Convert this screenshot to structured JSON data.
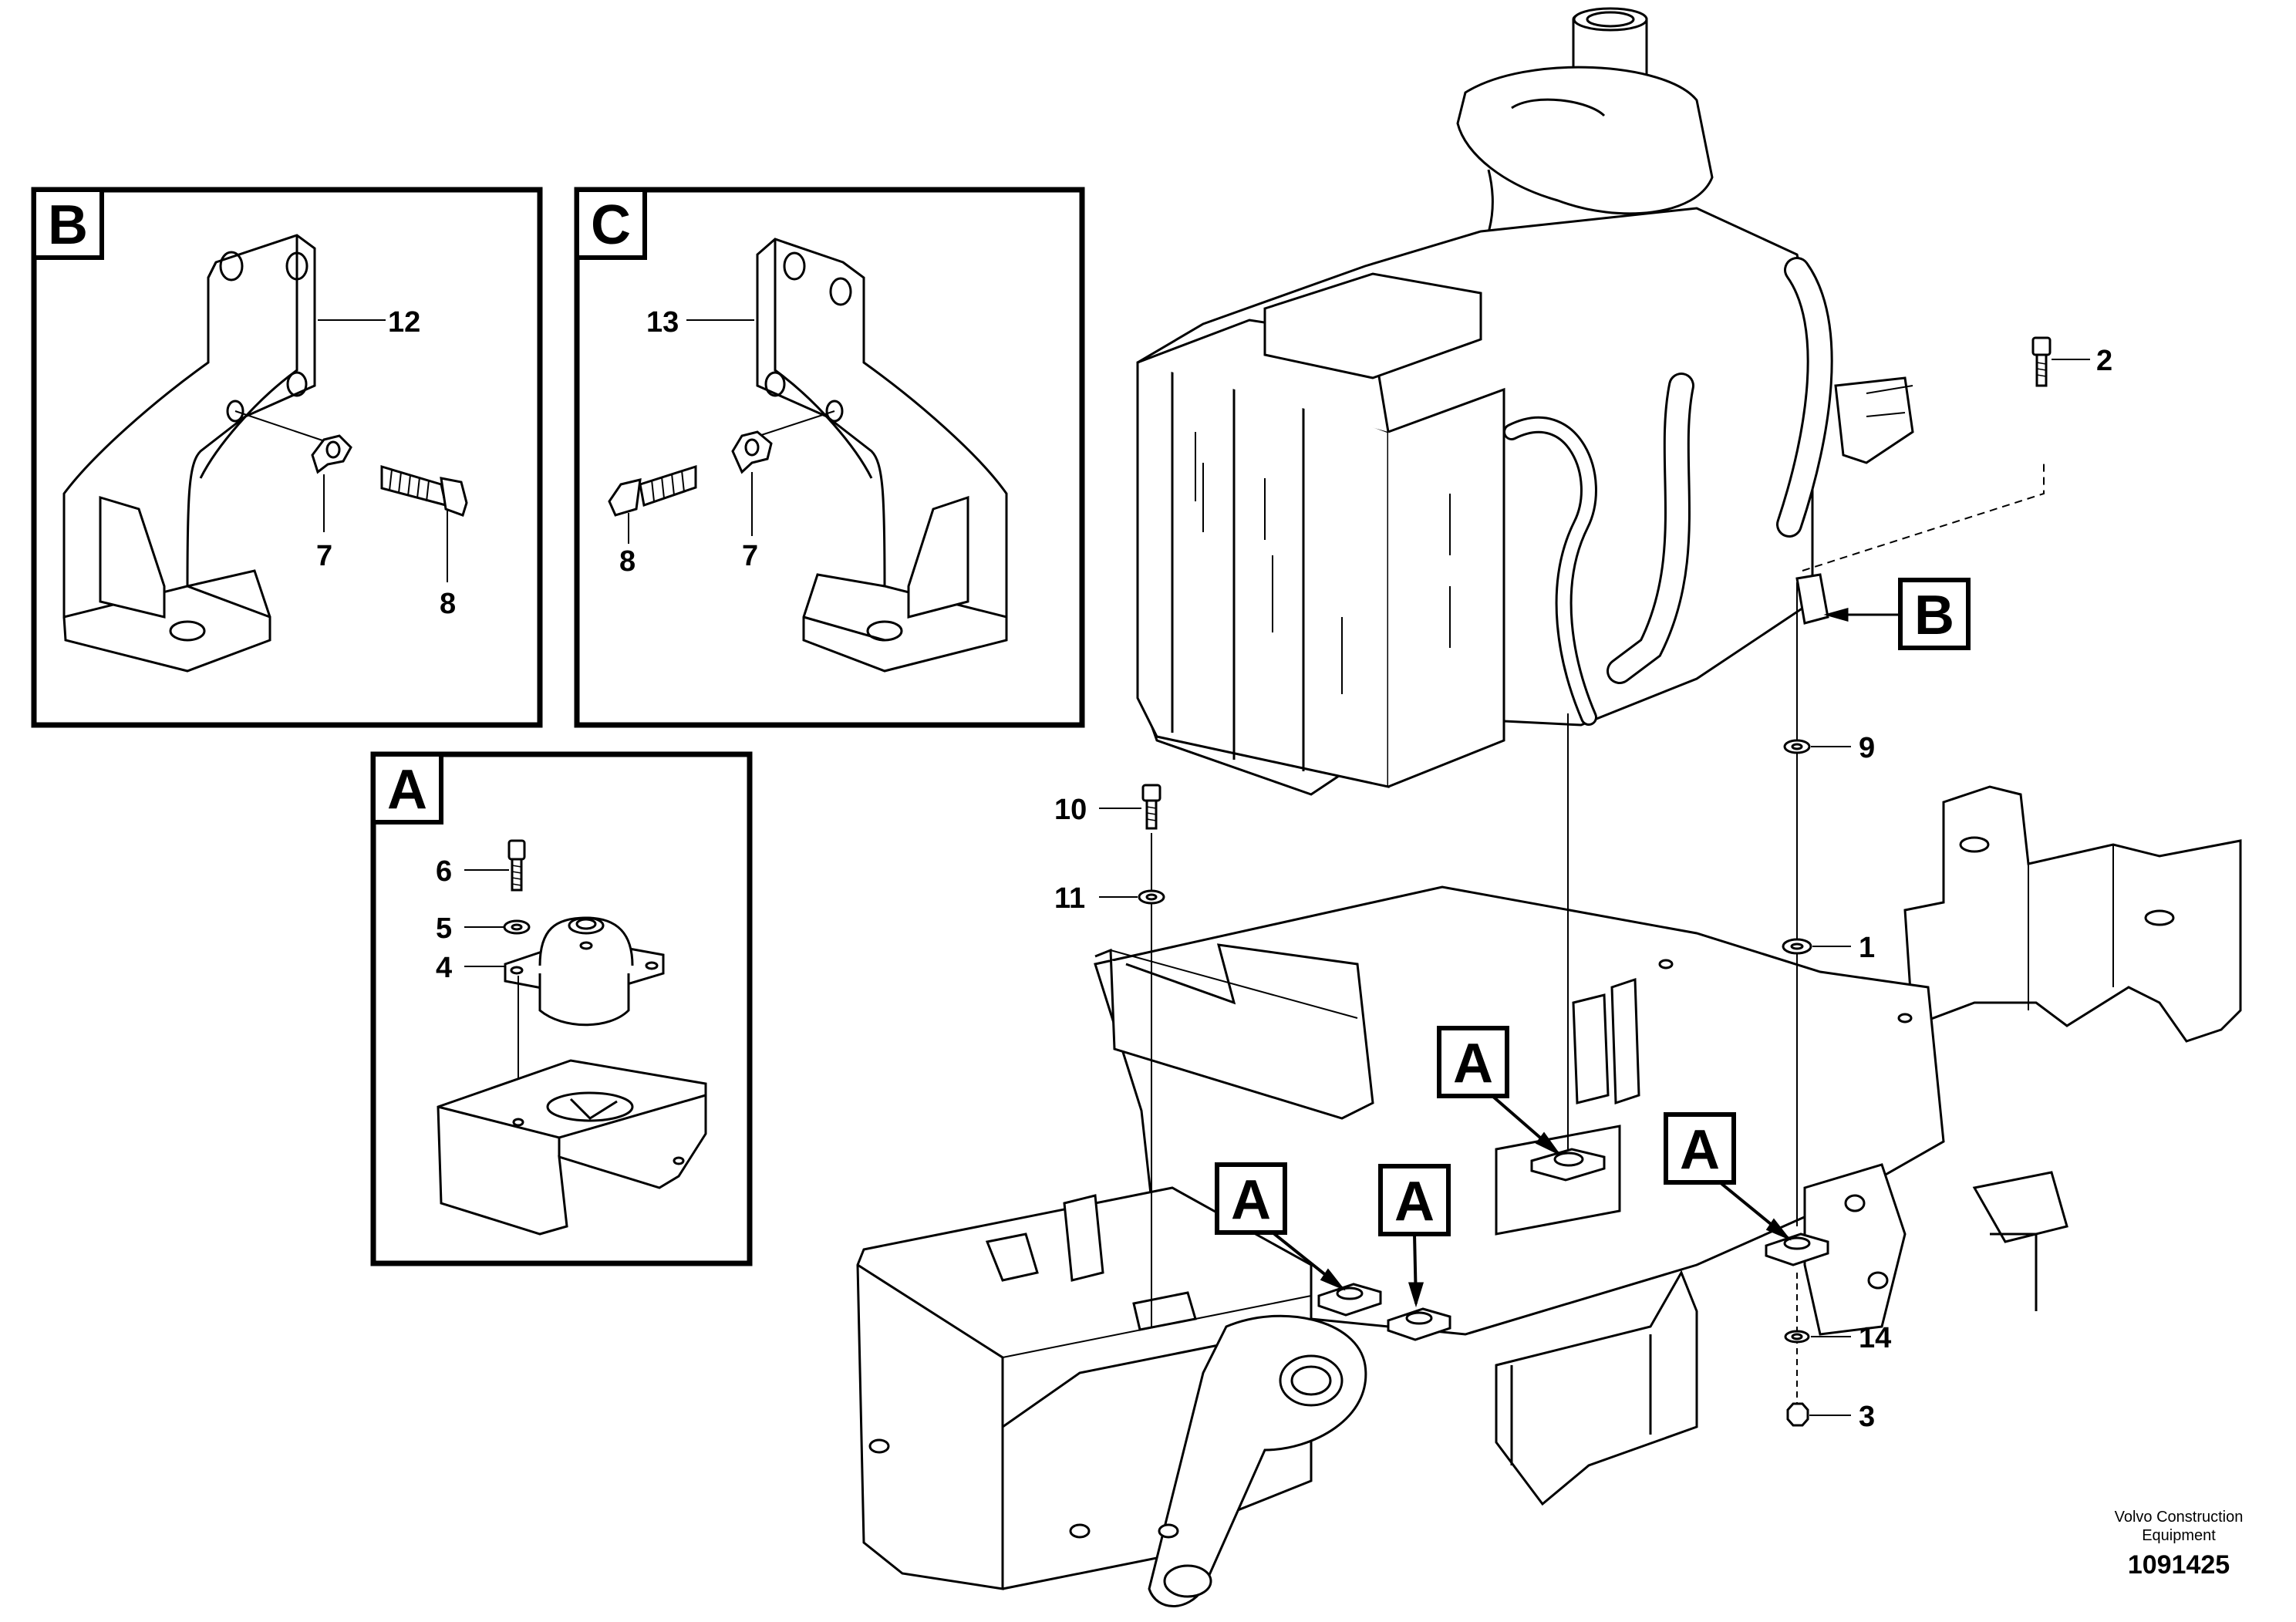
{
  "detail_views": {
    "B": {
      "label": "B",
      "callouts": [
        "12",
        "7",
        "8"
      ]
    },
    "C": {
      "label": "C",
      "callouts": [
        "13",
        "8",
        "7"
      ]
    },
    "A": {
      "label": "A",
      "callouts": [
        "6",
        "5",
        "4"
      ]
    }
  },
  "main_view": {
    "callouts": [
      "2",
      "9",
      "1",
      "10",
      "11",
      "14",
      "3"
    ],
    "tags": [
      "B",
      "A",
      "A",
      "A",
      "A"
    ]
  },
  "footer": {
    "company_line1": "Volvo Construction",
    "company_line2": "Equipment",
    "drawing_number": "1091425"
  }
}
